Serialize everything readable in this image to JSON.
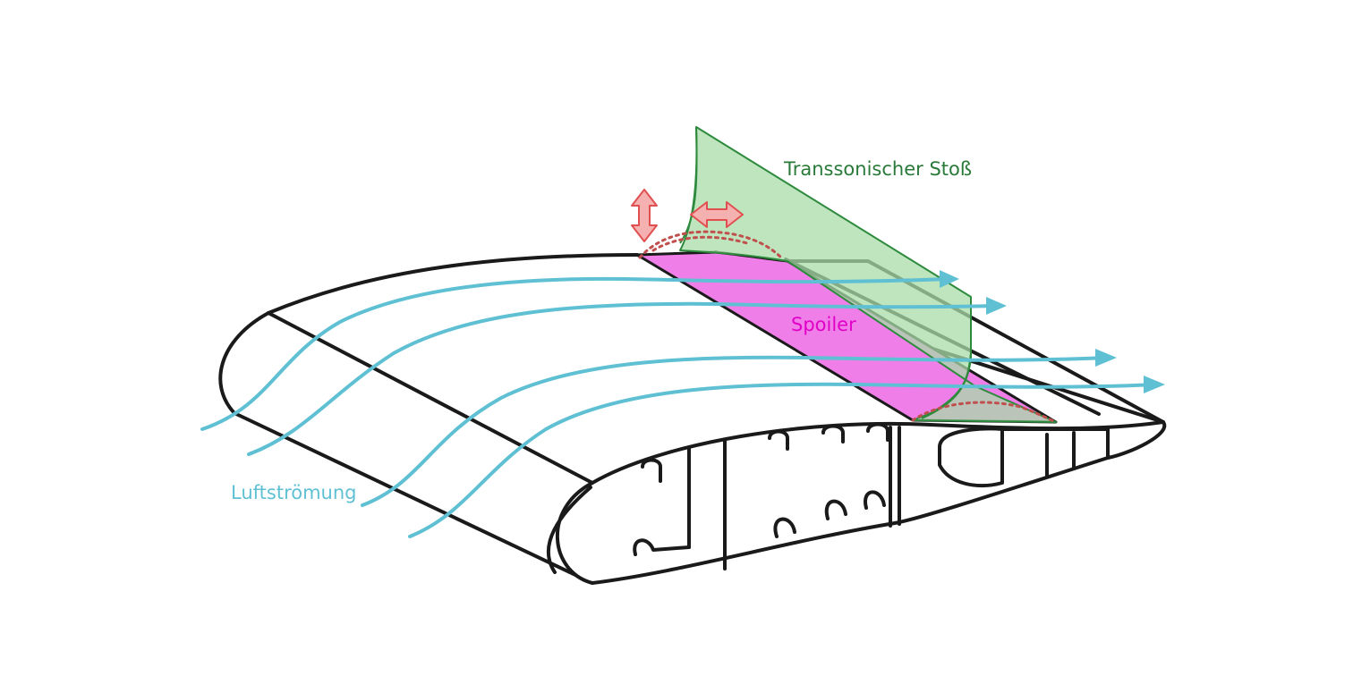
{
  "labels": {
    "shock": "Transsonischer Stoß",
    "spoiler": "Spoiler",
    "airflow": "Luftströmung"
  },
  "colors": {
    "outline": "#1a1a1a",
    "airflow": "#5fc0d4",
    "shock_fill": "#a8dca8",
    "shock_stroke": "#2e8b3e",
    "shock_text": "#2a7a3a",
    "spoiler_fill": "#f07ee8",
    "spoiler_text": "#e000c8",
    "arrow_fill": "#f5b0b0",
    "arrow_stroke": "#e05050",
    "dotted": "#c0504d"
  },
  "icons": {
    "vertical_arrow": "double-headed-arrow-vertical",
    "horizontal_arrow": "double-headed-arrow-horizontal"
  }
}
